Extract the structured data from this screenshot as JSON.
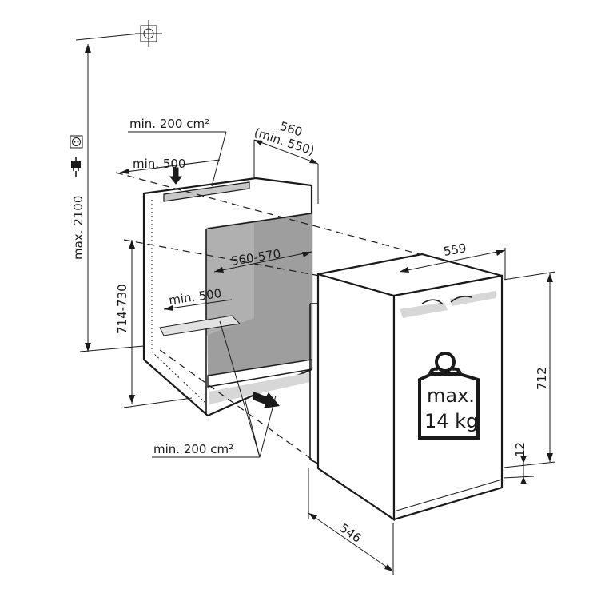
{
  "dimensions": {
    "cabinet_height_max": "max. 2100",
    "vent_top_area": "min. 200 cm²",
    "niche_depth": "560",
    "niche_depth_min": "(min. 550)",
    "vent_top_depth": "min. 500",
    "niche_width": "560-570",
    "vent_bottom_depth": "min. 500",
    "niche_height": "714-730",
    "vent_bottom_area": "min. 200 cm²",
    "appliance_width": "559",
    "appliance_height": "712",
    "plinth_gap": "12",
    "appliance_depth": "546"
  },
  "weight_label": {
    "line1": "max.",
    "line2": "14 kg"
  },
  "icons": [
    "wall-socket-icon",
    "power-plug-icon",
    "center-mark-icon",
    "airflow-arrow-icon",
    "weight-icon"
  ]
}
